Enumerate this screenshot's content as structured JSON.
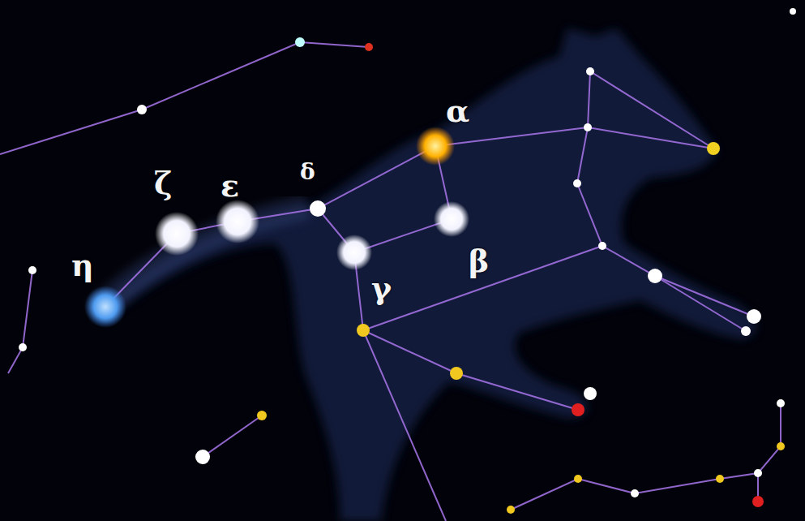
{
  "diagram": {
    "labels": [
      "α",
      "ζ",
      "ε",
      "δ",
      "η",
      "β",
      "γ"
    ]
  }
}
